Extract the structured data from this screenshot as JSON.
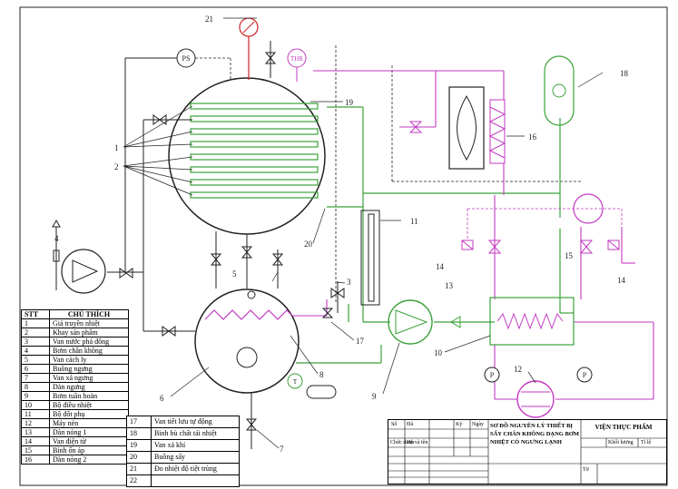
{
  "legend": {
    "header": {
      "col1": "STT",
      "col2": "CHÚ THÍCH"
    },
    "items": [
      {
        "n": "1",
        "t": "Giá truyền nhiệt"
      },
      {
        "n": "2",
        "t": "Khay sản phẩm"
      },
      {
        "n": "3",
        "t": "Van nước phá đông"
      },
      {
        "n": "4",
        "t": "Bơm chân không"
      },
      {
        "n": "5",
        "t": "Van cách ly"
      },
      {
        "n": "6",
        "t": "Buồng ngưng"
      },
      {
        "n": "7",
        "t": "Van xả ngưng"
      },
      {
        "n": "8",
        "t": "Dàn ngưng"
      },
      {
        "n": "9",
        "t": "Bơm tuần hoàn"
      },
      {
        "n": "10",
        "t": "Bộ điều nhiệt"
      },
      {
        "n": "11",
        "t": "Bộ đốt phụ"
      },
      {
        "n": "12",
        "t": "Máy nén"
      },
      {
        "n": "13",
        "t": "Dàn nóng 1"
      },
      {
        "n": "14",
        "t": "Van điện từ"
      },
      {
        "n": "15",
        "t": "Bình ổn áp"
      },
      {
        "n": "16",
        "t": "Dàn nóng 2"
      }
    ],
    "items2": [
      {
        "n": "17",
        "t": "Van tiết lưu tự động"
      },
      {
        "n": "18",
        "t": "Bình bù chất tải nhiệt"
      },
      {
        "n": "19",
        "t": "Van xả khí"
      },
      {
        "n": "20",
        "t": "Buồng sấy"
      },
      {
        "n": "21",
        "t": "Đo nhiệt độ tiệt trùng"
      },
      {
        "n": "22",
        "t": ""
      }
    ]
  },
  "titleblock": {
    "title": "SƠ ĐỒ NGUYÊN LÝ THIẾT BỊ SẤY CHÂN KHÔNG DẠNG BƠM NHIỆT CÓ NGƯNG LẠNH",
    "institute": "VIỆN THỰC PHẨM",
    "cells": [
      "Số",
      "Đã",
      "Ký",
      "Ngày",
      "Chức danh",
      "Họ và tên",
      "Tỉ lệ",
      "Khối lượng",
      "Tờ"
    ]
  },
  "instruments": {
    "ps": "PS",
    "thr": "THR",
    "p1": "P",
    "p2": "P",
    "t": "T"
  },
  "callouts": [
    "1",
    "2",
    "3",
    "4",
    "5",
    "6",
    "7",
    "8",
    "9",
    "10",
    "11",
    "12",
    "13",
    "14",
    "14",
    "15",
    "16",
    "17",
    "18",
    "19",
    "20",
    "21"
  ],
  "colors": {
    "black": "#222222",
    "green": "#3aa23a",
    "magenta": "#c23ac2",
    "red": "#cc2222"
  }
}
